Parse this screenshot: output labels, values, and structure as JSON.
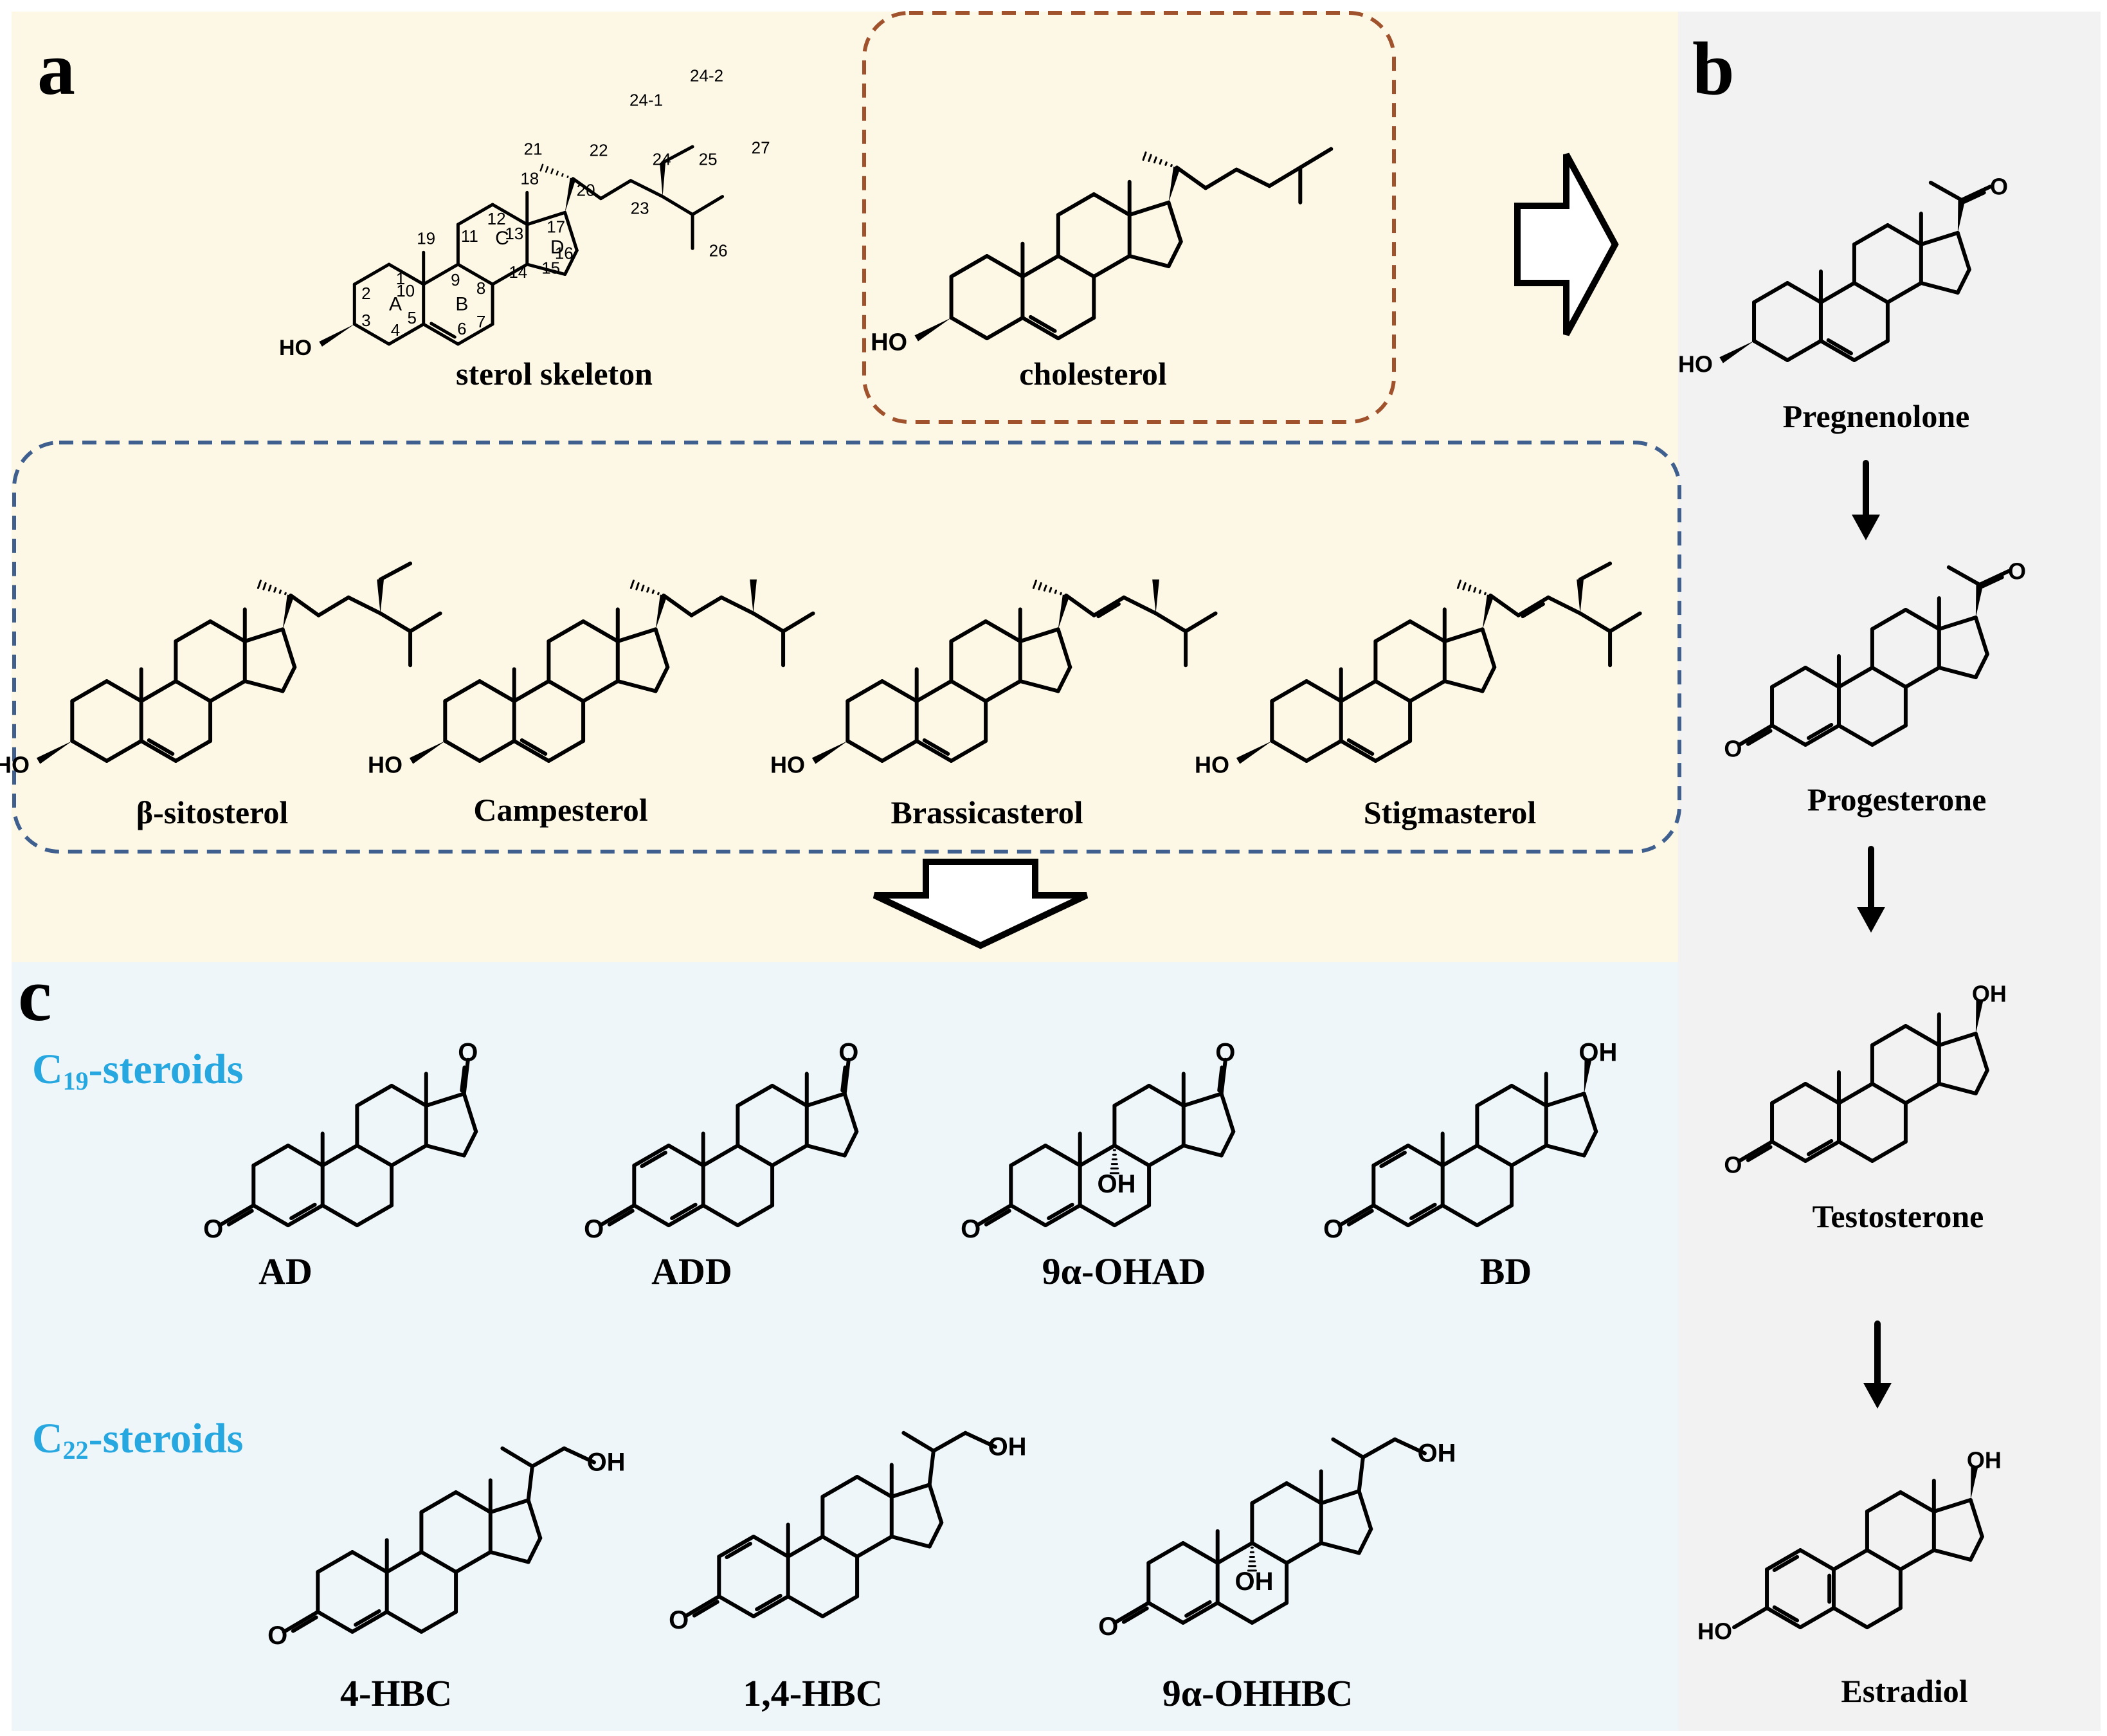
{
  "panels": {
    "a": "a",
    "b": "b",
    "c": "c"
  },
  "groups": {
    "c19_main": "C",
    "c19_sub": "19",
    "c19_tail": "-steroids",
    "c22_main": "C",
    "c22_sub": "22",
    "c22_tail": "-steroids"
  },
  "names": {
    "sterol_skeleton": "sterol skeleton",
    "cholesterol": "cholesterol",
    "b_sitosterol": "β-sitosterol",
    "campesterol": "Campesterol",
    "brassicasterol": "Brassicasterol",
    "stigmasterol": "Stigmasterol",
    "pregnenolone": "Pregnenolone",
    "progesterone": "Progesterone",
    "testosterone": "Testosterone",
    "estradiol": "Estradiol",
    "ad": "AD",
    "add": "ADD",
    "oh_ad": "9α-OHAD",
    "bd": "BD",
    "hbc4": "4-HBC",
    "hbc14": "1,4-HBC",
    "ohhbc": "9α-OHHBC"
  },
  "atom_labels": {
    "ho": "HO",
    "oh": "OH",
    "o": "O"
  },
  "skeleton_numbering": [
    "1",
    "2",
    "3",
    "4",
    "5",
    "6",
    "7",
    "8",
    "9",
    "10",
    "11",
    "12",
    "13",
    "14",
    "15",
    "16",
    "17",
    "18",
    "19",
    "20",
    "21",
    "22",
    "23",
    "24",
    "25",
    "26",
    "27",
    "24-1",
    "24-2"
  ],
  "ring_letters": [
    "A",
    "B",
    "C",
    "D"
  ],
  "colors": {
    "cholesterol_box": "#a0522d",
    "phytosterol_box": "#3f5f8f",
    "group_label": "#27a7e0"
  }
}
